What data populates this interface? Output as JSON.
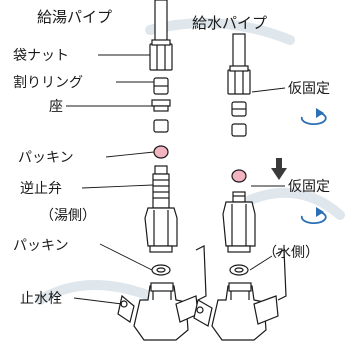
{
  "labels": {
    "hot_pipe": "給湯パイプ",
    "cold_pipe": "給水パイプ",
    "bag_nut": "袋ナット",
    "split_ring": "割りリング",
    "seat": "座",
    "packing_top": "パッキン",
    "check_valve": "逆止弁",
    "hot_side": "（湯側）",
    "packing_bottom": "パッキン",
    "stop_valve": "止水栓",
    "temp_fix_top": "仮固定",
    "temp_fix_bottom": "仮固定",
    "cold_side": "（水側）"
  },
  "colors": {
    "line": "#1a1a1a",
    "fill": "#ffffff",
    "packing": "#f2b4c0",
    "rotate_arrow": "#2b6fb4",
    "background_art": "#dfe6ec"
  },
  "icons": {
    "rotate": "clockwise-rotate-icon",
    "down_arrow": "down-arrow-icon"
  }
}
